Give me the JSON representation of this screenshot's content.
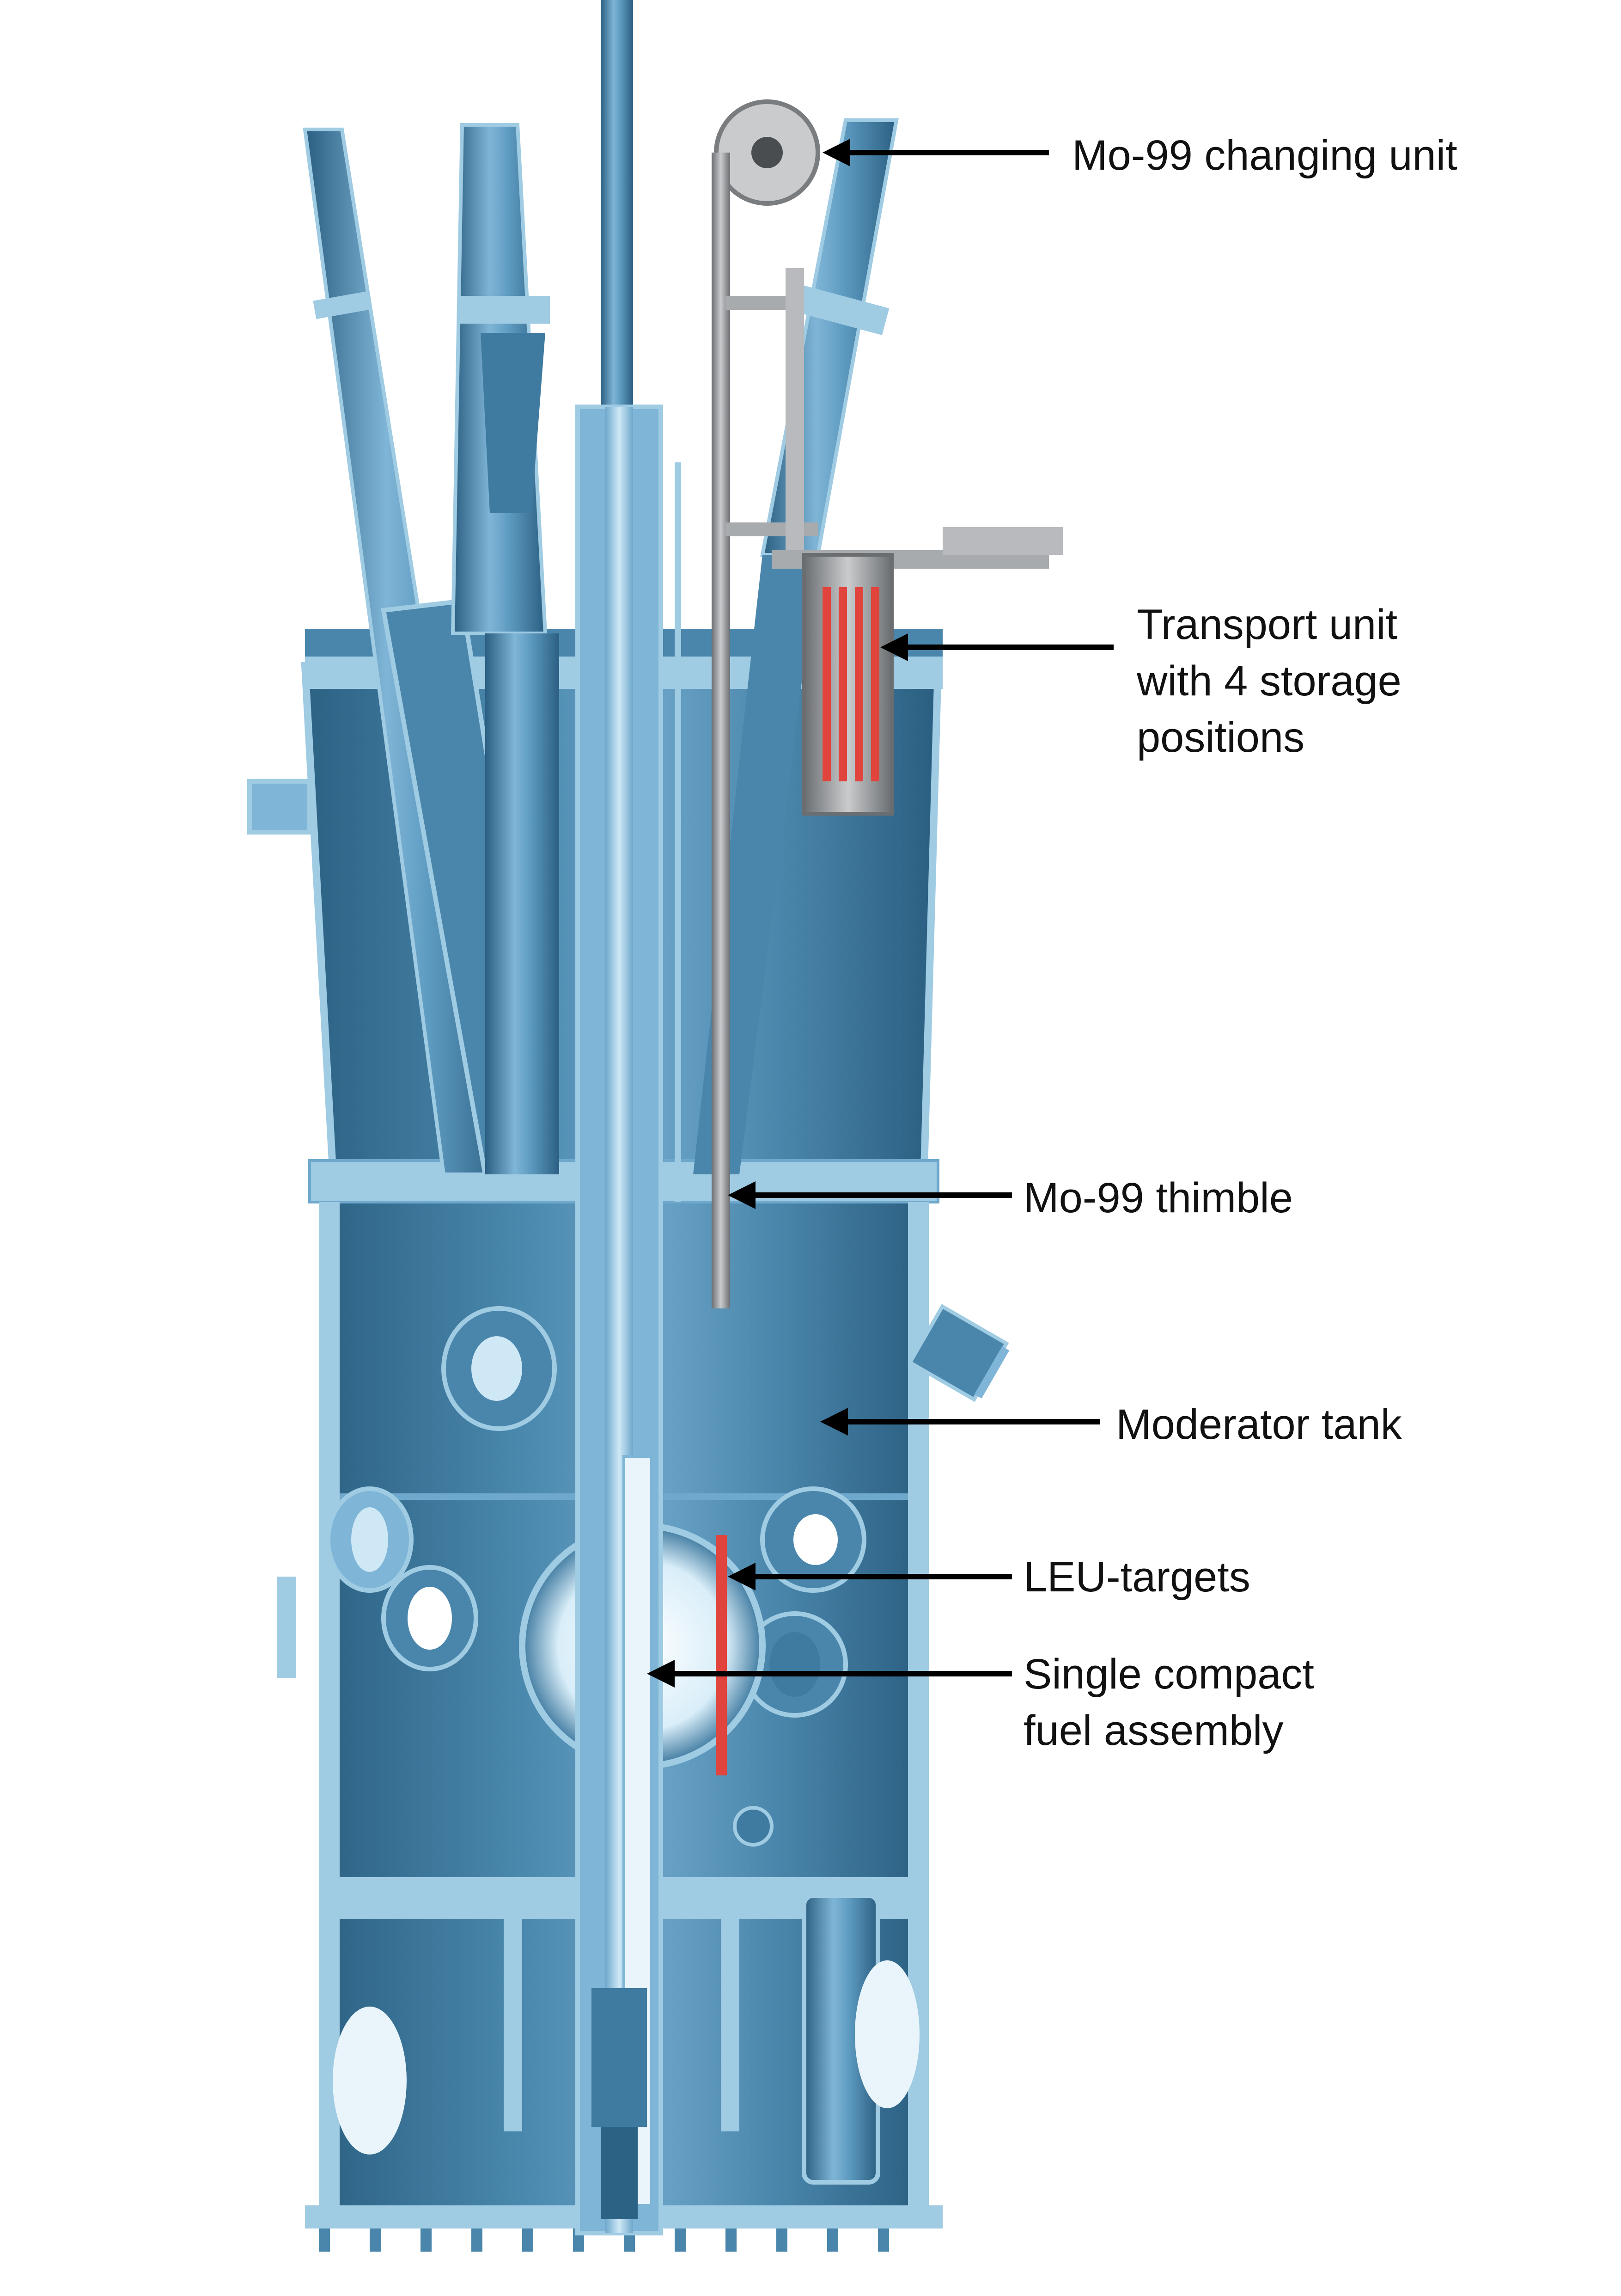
{
  "labels": {
    "changing_unit": "Mo-99 changing unit",
    "transport_unit": [
      "Transport unit",
      "with 4 storage",
      "positions"
    ],
    "thimble": "Mo-99 thimble",
    "moderator_tank": "Moderator tank",
    "leu_targets": "LEU-targets",
    "fuel_assembly": [
      "Single compact",
      "fuel assembly"
    ]
  },
  "colors": {
    "tank_dark": "#2f6688",
    "tank_mid": "#4a86ab",
    "tank_light": "#79aed0",
    "highlight": "#b7dcf0",
    "frame": "#9fcbe3",
    "steel": "#8a8d90",
    "target_red": "#e0443c",
    "text": "#111111"
  }
}
